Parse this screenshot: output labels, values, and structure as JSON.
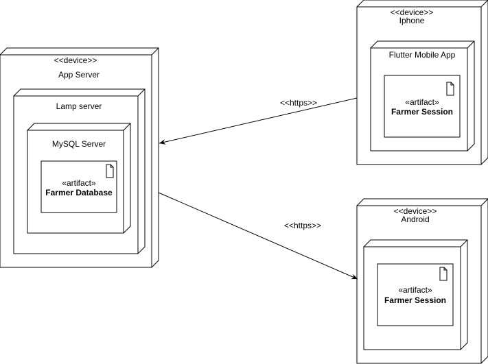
{
  "nodes": {
    "app_server": {
      "stereotype": "<<device>>",
      "name": "App Server"
    },
    "lamp_server": {
      "name": "Lamp server"
    },
    "mysql_server": {
      "name": "MySQL Server"
    },
    "farmer_database": {
      "stereotype": "«artifact»",
      "name": "Farmer Database"
    },
    "iphone": {
      "stereotype": "<<device>>",
      "name": "Iphone"
    },
    "flutter_app": {
      "name": "Flutter Mobile App"
    },
    "iphone_session": {
      "stereotype": "«artifact»",
      "name": "Farmer Session"
    },
    "android": {
      "stereotype": "<<device>>",
      "name": "Android"
    },
    "android_session": {
      "stereotype": "«artifact»",
      "name": "Farmer Session"
    }
  },
  "connections": [
    {
      "from": "Iphone",
      "to": "App Server",
      "label": "<<https>>"
    },
    {
      "from": "App Server",
      "to": "Android",
      "label": "<<https>>"
    }
  ],
  "colors": {
    "stroke": "#000000",
    "fill": "#ffffff"
  }
}
